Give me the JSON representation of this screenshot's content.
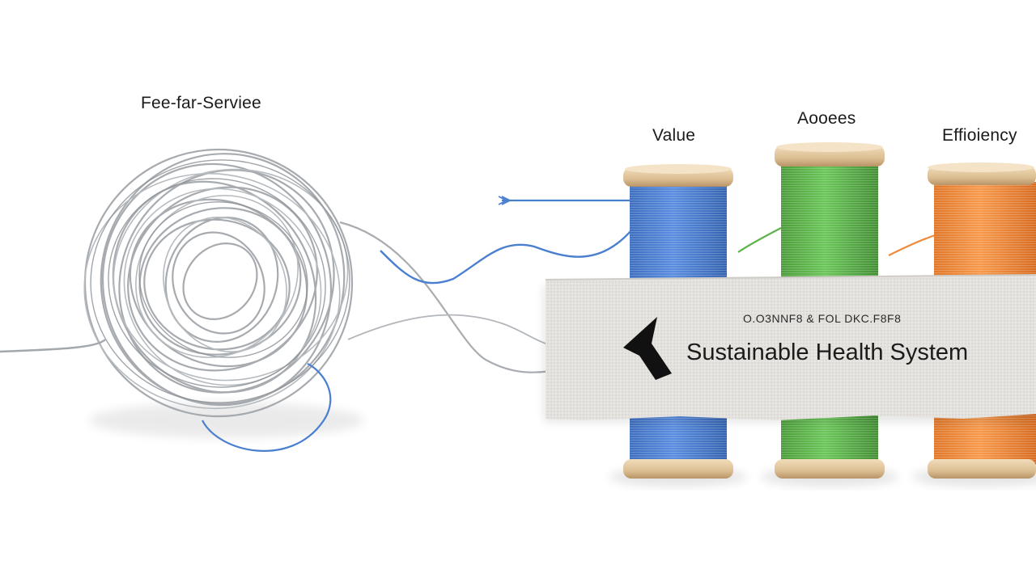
{
  "labels": {
    "fee_for_service": "Fee-far-Serviee",
    "value": "Value",
    "access": "Aooees",
    "efficiency": "Effioiency"
  },
  "banner": {
    "small_text": "O.O3NNF8 & FOL DKC.F8F8",
    "title": "Sustainable Health System"
  },
  "colors": {
    "tangle_wire": "#9ea3a8",
    "value_thread": "#4a7fd0",
    "access_thread": "#5cb34a",
    "efficiency_thread": "#f08a3a",
    "spool_wood": "#e2c49a",
    "banner_fabric": "#e3e1dd"
  },
  "icons": {
    "banner_mark": "arrowhead-icon"
  }
}
